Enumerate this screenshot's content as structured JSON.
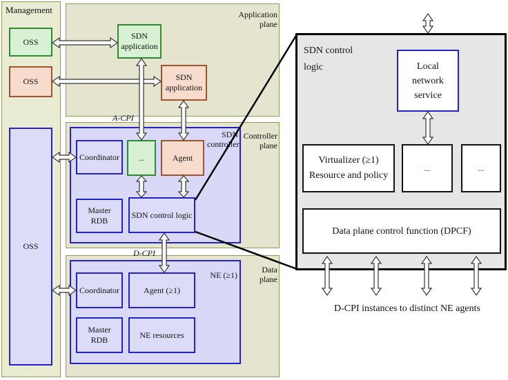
{
  "labels": {
    "management": "Management",
    "application_plane": "Application\nplane",
    "controller_plane": "Controller\nplane",
    "data_plane": "Data\nplane",
    "a_cpi": "A-CPI",
    "d_cpi": "D-CPI",
    "sdn_controller": "SDN\ncontroller",
    "ne": "NE (≥1)"
  },
  "boxes": {
    "oss_top": "OSS",
    "oss_mid": "OSS",
    "oss_big": "OSS",
    "sdn_app_green": "SDN\napplication",
    "sdn_app_orange": "SDN\napplication",
    "coordinator_ctrl": "Coordinator",
    "dots_green": "...",
    "agent_ctrl": "Agent",
    "master_rdb_ctrl": "Master\nRDB",
    "sdn_control_logic": "SDN control logic",
    "coordinator_ne": "Coordinator",
    "agent_ne": "Agent (≥1)",
    "master_rdb_ne": "Master\nRDB",
    "ne_resources": "NE resources"
  },
  "detail": {
    "title": "SDN control\nlogic",
    "local_network_service": "Local\nnetwork\nservice",
    "virtualizer": "Virtualizer (≥1)\nResource and policy",
    "dots_1": "...",
    "dots_2": "...",
    "dpcf": "Data plane control function (DPCF)",
    "caption": "D-CPI instances to distinct NE agents"
  }
}
